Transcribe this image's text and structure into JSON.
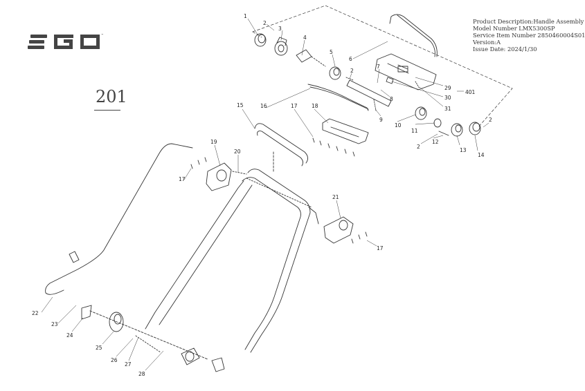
{
  "logo": {
    "brand": "EGO",
    "icon": "ego-logo"
  },
  "page_number": "201",
  "info": {
    "description": "Product Description:Handle Assembly",
    "model_number": "Model Number LMX5300SP",
    "service_item_number": "Service Item Number 2850460004S01",
    "version": "Version:A",
    "issue_date": "Issue Date: 2024/1/30"
  },
  "callouts": [
    "1",
    "2",
    "3",
    "4",
    "5",
    "6",
    "2",
    "7",
    "8",
    "9",
    "10",
    "11",
    "2",
    "12",
    "13",
    "14",
    "2",
    "29",
    "30",
    "31",
    "401",
    "15",
    "16",
    "17",
    "18",
    "19",
    "20",
    "17",
    "21",
    "17",
    "22",
    "23",
    "24",
    "25",
    "26",
    "27",
    "28"
  ]
}
